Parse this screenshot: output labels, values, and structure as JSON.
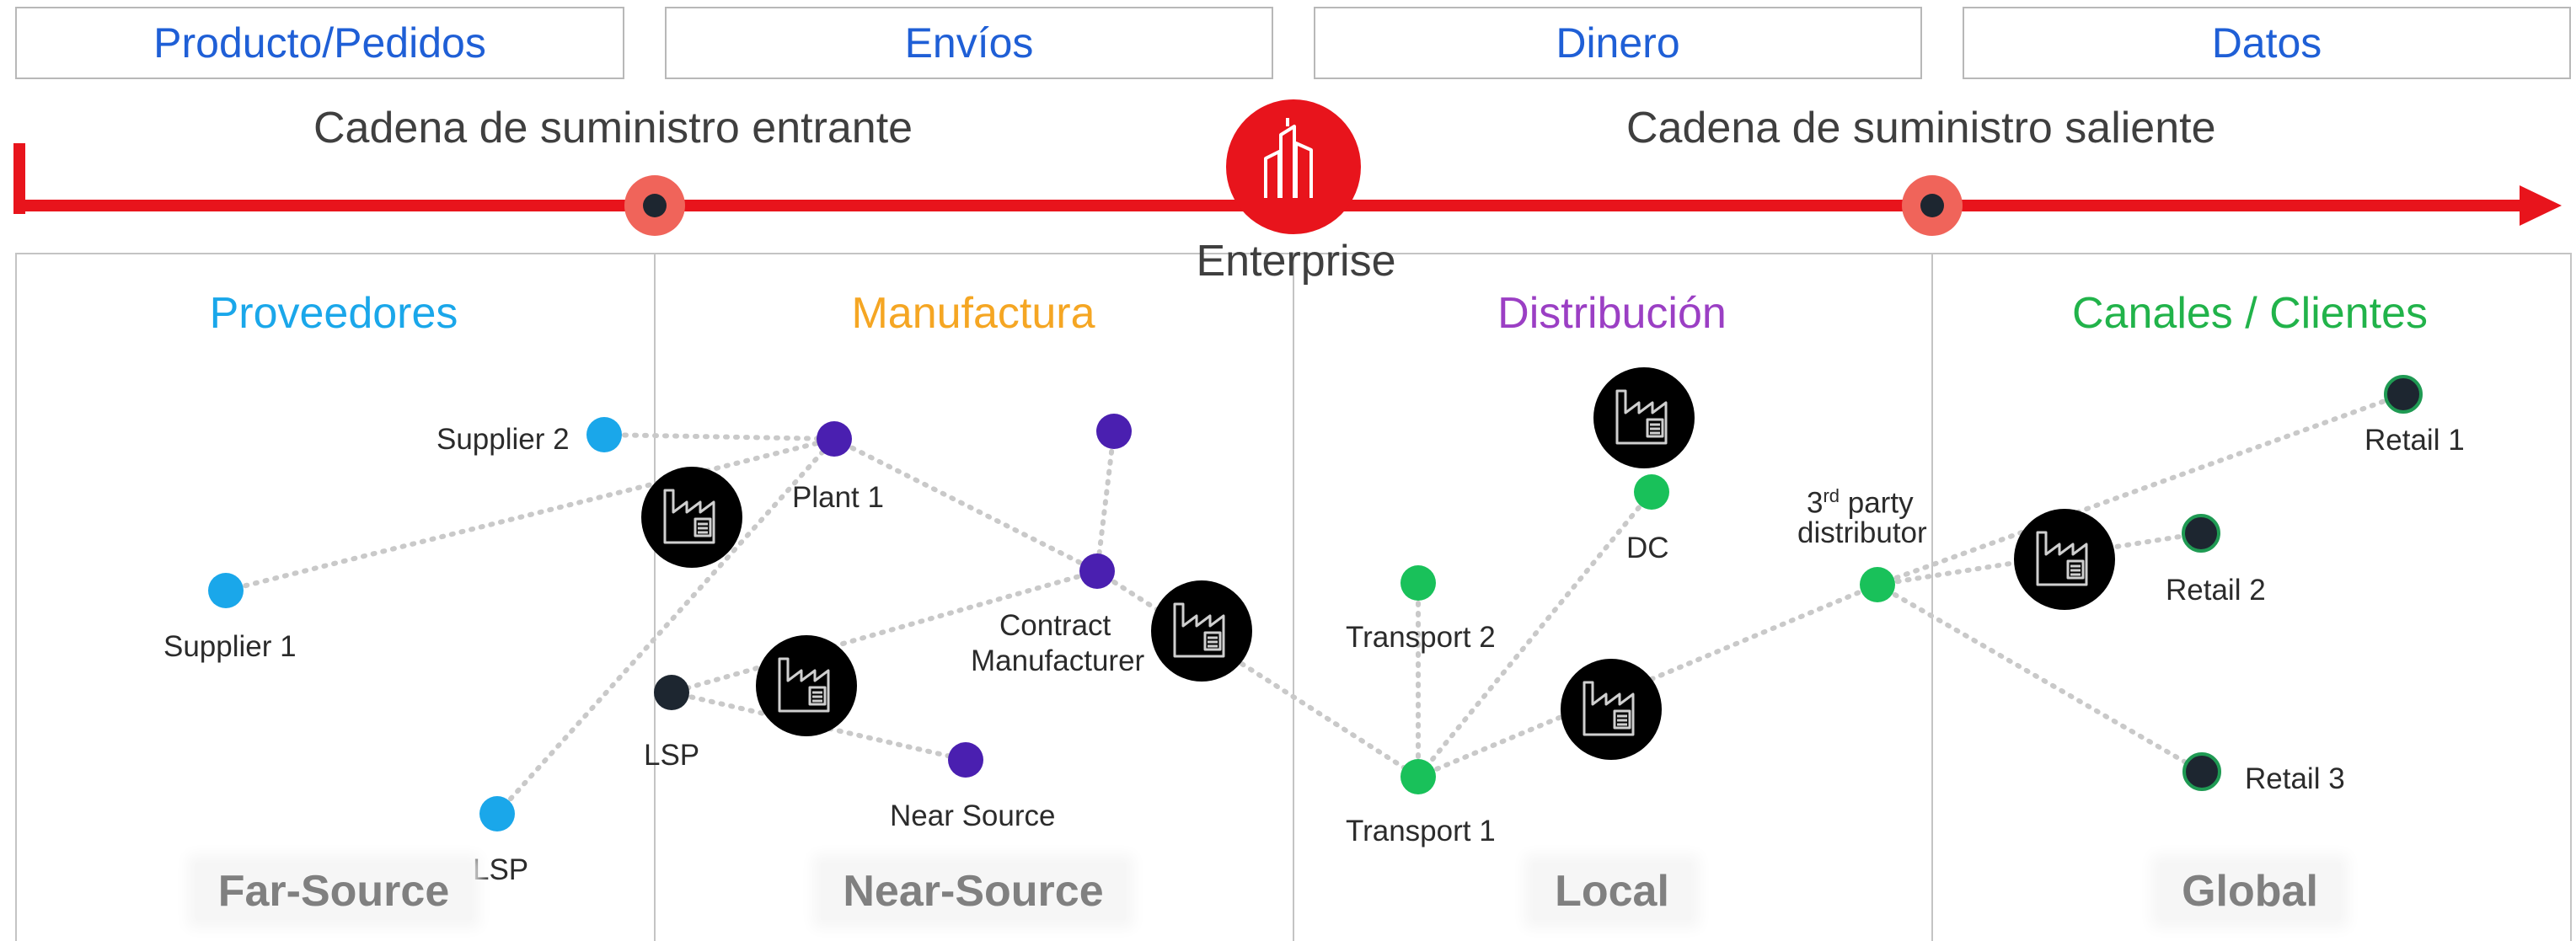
{
  "tabs": [
    "Producto/Pedidos",
    "Envíos",
    "Dinero",
    "Datos"
  ],
  "flow": {
    "inbound": "Cadena de suministro entrante",
    "outbound": "Cadena de suministro saliente",
    "center": "Enterprise"
  },
  "sections": [
    {
      "title": "Proveedores",
      "color": "#1aa7ea",
      "footer": "Far-Source"
    },
    {
      "title": "Manufactura",
      "color": "#f5a623",
      "footer": "Near-Source"
    },
    {
      "title": "Distribución",
      "color": "#9b3fc4",
      "footer": "Local"
    },
    {
      "title": "Canales / Clientes",
      "color": "#21b34a",
      "footer": "Global"
    }
  ],
  "nodes": {
    "supplier2": "Supplier 2",
    "supplier1": "Supplier 1",
    "lsp_far": "LSP",
    "plant1": "Plant 1",
    "contract_line1": "Contract",
    "contract_line2": "Manufacturer",
    "lsp_near": "LSP",
    "near_source": "Near Source",
    "transport2": "Transport 2",
    "transport1": "Transport 1",
    "dc": "DC",
    "third_party_prefix": "3",
    "third_party_sup": "rd",
    "third_party_rest": " party",
    "third_party_line2": "distributor",
    "retail1": "Retail 1",
    "retail2": "Retail 2",
    "retail3": "Retail 3"
  },
  "colors": {
    "accent_red": "#e8141c",
    "tab_text": "#1f5fd6",
    "supplier_blue": "#1aa7ea",
    "manufacturing_purple": "#4a1fb0",
    "distribution_green": "#19c15a",
    "dark_node": "#1d2630",
    "connector_gray": "#c9c9c9"
  },
  "icons": [
    "enterprise-building-icon",
    "factory-icon"
  ]
}
